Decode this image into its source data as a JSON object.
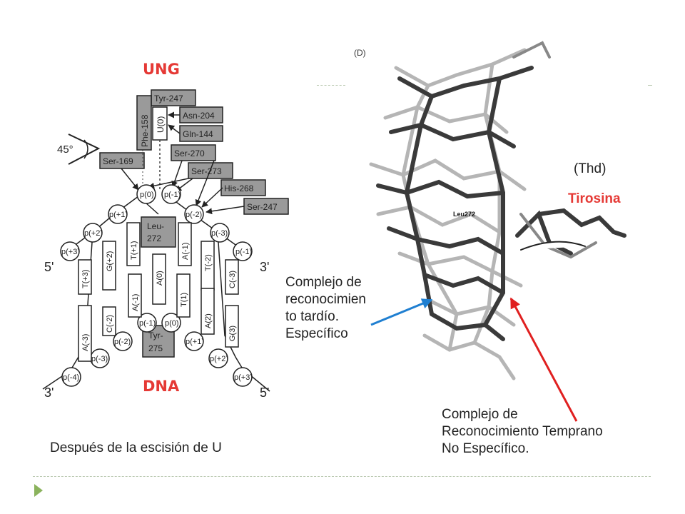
{
  "left_diagram": {
    "title": "UNG",
    "bottom_title": "DNA",
    "angle_label": "45°",
    "boxes": {
      "tyr247": "Tyr-247",
      "phe158": "Phe-158",
      "u0": "U(0)",
      "asn204": "Asn-204",
      "gln144": "Gln-144",
      "ser270": "Ser-270",
      "ser169": "Ser-169",
      "ser273": "Ser-273",
      "his268": "His-268",
      "ser247": "Ser-247",
      "leu272_a": "Leu-",
      "leu272_b": "272",
      "tyr275_a": "Tyr-",
      "tyr275_b": "275"
    },
    "phosphates": {
      "p0": "p(0)",
      "pm1": "p(-1)",
      "pp1": "p(+1)",
      "pm2": "p(-2)",
      "pp2": "p(+2)",
      "pm3": "p(-3)",
      "pp3": "p(+3)",
      "pj1": "p(-1)",
      "pi1": "p(-1)",
      "pi0": "p(0)",
      "pim2": "p(-2)",
      "pip1": "p(+1)",
      "pim3": "p(-3)",
      "pip2": "p(+2)",
      "pim4": "p(-4)",
      "pip3": "p(+3)"
    },
    "bases": {
      "t_p1": "T(+1)",
      "a_m1": "A(-1)",
      "g_p2": "G(+2)",
      "t_m2": "T(-2)",
      "t_p3": "T(+3)",
      "c_m3": "C(-3)",
      "a_0": "A(0)",
      "a_im1": "A(-1)",
      "t_i1": "T(1)",
      "a_i2": "A(2)",
      "c_im2": "C(-2)",
      "a_im3": "A(-3)",
      "g_i3": "G(3)"
    },
    "ends": {
      "five_left": "5'",
      "three_right": "3'",
      "three_left": "3'",
      "five_right": "5'"
    },
    "caption": "Después de la escisión de U"
  },
  "right_panel": {
    "panel_label": "(D)",
    "leu_label": "Leu272",
    "thd_label": "(Thd)",
    "tirosina_label": "Tirosina",
    "late_complex_lines": [
      "Complejo de",
      "reconocimien",
      "to tardío.",
      "Específico"
    ],
    "early_complex_lines": [
      "Complejo de",
      "Reconocimiento Temprano",
      "No Específico."
    ]
  },
  "colors": {
    "title_red": "#e53935",
    "arrow_blue": "#1f7fd1",
    "arrow_red": "#e02020",
    "nav_green": "#8bb35d",
    "box_gray": "#9a9a9a"
  },
  "icons": {
    "nav_arrow": "triangle-right-icon"
  }
}
